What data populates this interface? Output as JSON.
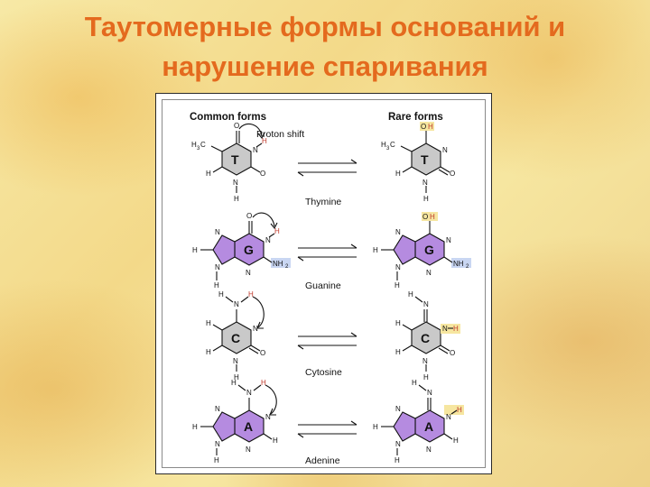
{
  "slide": {
    "title_line1": "Таутомерные формы оснований и",
    "title_line2": "нарушение спаривания"
  },
  "figure": {
    "header_common": "Common forms",
    "header_rare": "Rare forms",
    "proton_shift": "Proton shift",
    "rows": [
      {
        "name": "Thymine",
        "base_letter": "T",
        "ring_color": "#c9c9c9"
      },
      {
        "name": "Guanine",
        "base_letter": "G",
        "ring_color": "#b58be0"
      },
      {
        "name": "Cytosine",
        "base_letter": "C",
        "ring_color": "#c9c9c9"
      },
      {
        "name": "Adenine",
        "base_letter": "A",
        "ring_color": "#b58be0"
      }
    ],
    "atoms": {
      "O": "O",
      "H": "H",
      "N": "N",
      "OH": "OH",
      "NH2": "NH",
      "NH2_sub": "2",
      "H3C": "H",
      "H3C_sub": "3",
      "H3C_C": "C"
    },
    "colors": {
      "shifted_hydrogen": "#c0392b",
      "highlight": "#f6e6a0",
      "nh2_highlight": "#c9d6f2"
    }
  }
}
